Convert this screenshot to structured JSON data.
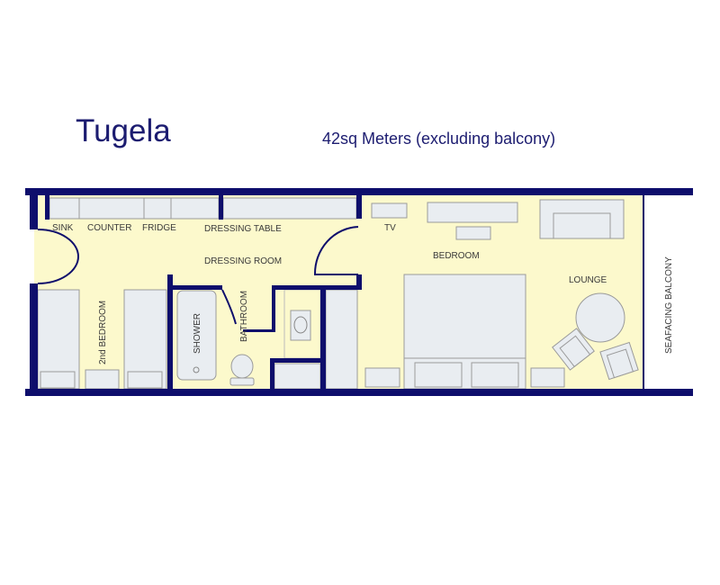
{
  "title": "Tugela",
  "subtitle": "42sq Meters (excluding balcony)",
  "labels": {
    "sink": "SINK",
    "counter": "COUNTER",
    "fridge": "FRIDGE",
    "dressing_table": "DRESSING TABLE",
    "dressing_room": "DRESSING ROOM",
    "second_bedroom": "2nd BEDROOM",
    "shower": "SHOWER",
    "bathroom": "BATHROOM",
    "tv": "TV",
    "bedroom": "BEDROOM",
    "lounge": "LOUNGE",
    "balcony": "SEAFACING BALCONY"
  },
  "colors": {
    "wall": "#0e0e6c",
    "floor": "#fcf9cc",
    "furniture": "#e9edf1",
    "text": "#1c1c70"
  }
}
